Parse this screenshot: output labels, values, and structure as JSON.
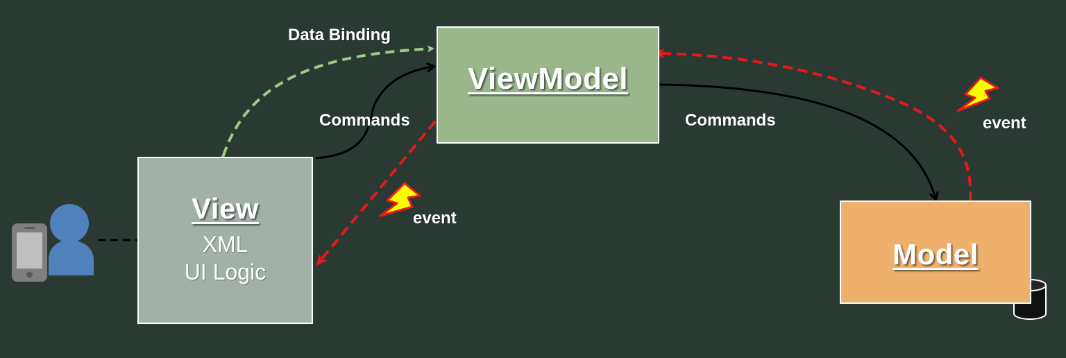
{
  "diagram": {
    "nodes": {
      "view": {
        "title": "View",
        "lines": [
          "XML",
          "UI Logic"
        ],
        "color": "#a2b0a7"
      },
      "viewmodel": {
        "title": "ViewModel",
        "color": "#98b78b"
      },
      "model": {
        "title": "Model",
        "color": "#eeb06c"
      }
    },
    "edge_labels": {
      "data_binding": "Data Binding",
      "commands_view_to_viewmodel": "Commands",
      "commands_viewmodel_to_model": "Commands",
      "event_viewmodel_to_view": "event",
      "event_model_to_viewmodel": "event"
    },
    "icons": {
      "user": "user-icon",
      "phone": "smartphone-icon",
      "database": "database-icon",
      "lightning": "lightning-icon"
    },
    "colors": {
      "background": "#2a3a33",
      "data_binding_arrow": "#9ccc85",
      "commands_arrow": "#000000",
      "event_arrow": "#e8191a",
      "user_icon": "#4f81bd",
      "phone_icon": "#7f7f7f",
      "lightning_fill": "#ffff00",
      "lightning_stroke": "#e8191a"
    }
  }
}
